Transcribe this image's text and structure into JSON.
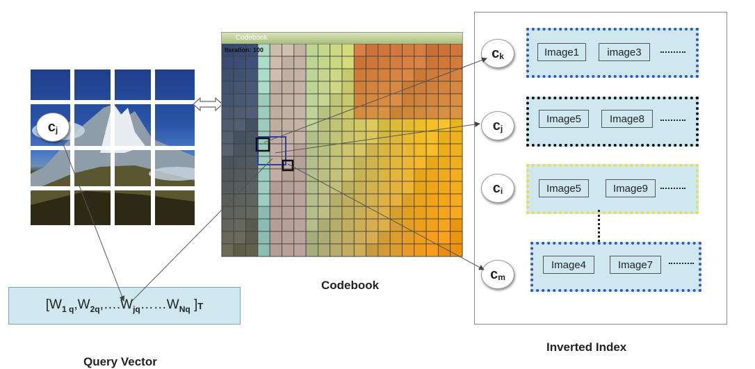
{
  "query_image": {
    "node": {
      "base": "c",
      "sub": "j"
    }
  },
  "codebook": {
    "window_title": "Codebook",
    "iteration_label": "Iteration: 100",
    "caption": "Codebook"
  },
  "query_vector": {
    "parts": [
      {
        "text": "[W",
        "sub": "1 q",
        "after": ", "
      },
      {
        "text": "W",
        "sub": "2q",
        "after": ",…."
      },
      {
        "text": "W",
        "sub": "jq",
        "after": "……"
      },
      {
        "text": "W",
        "sub": "Nq",
        "after": " ]"
      }
    ],
    "sup": "T",
    "caption": "Query Vector"
  },
  "inverted_index": {
    "caption": "Inverted Index",
    "lists": [
      {
        "node": {
          "base": "c",
          "sub": "k"
        },
        "images": [
          "Image1",
          "image3"
        ],
        "border_color": "#2f55c8"
      },
      {
        "node": {
          "base": "c",
          "sub": "j"
        },
        "images": [
          "Image5",
          "Image8"
        ],
        "border_color": "#111111"
      },
      {
        "node": {
          "base": "c",
          "sub": "i"
        },
        "images": [
          "Image5",
          "Image9"
        ],
        "border_color": "#e8e04a"
      },
      {
        "node": {
          "base": "c",
          "sub": "m"
        },
        "images": [
          "Image4",
          "Image7"
        ],
        "border_color": "#2f55c8"
      }
    ]
  }
}
